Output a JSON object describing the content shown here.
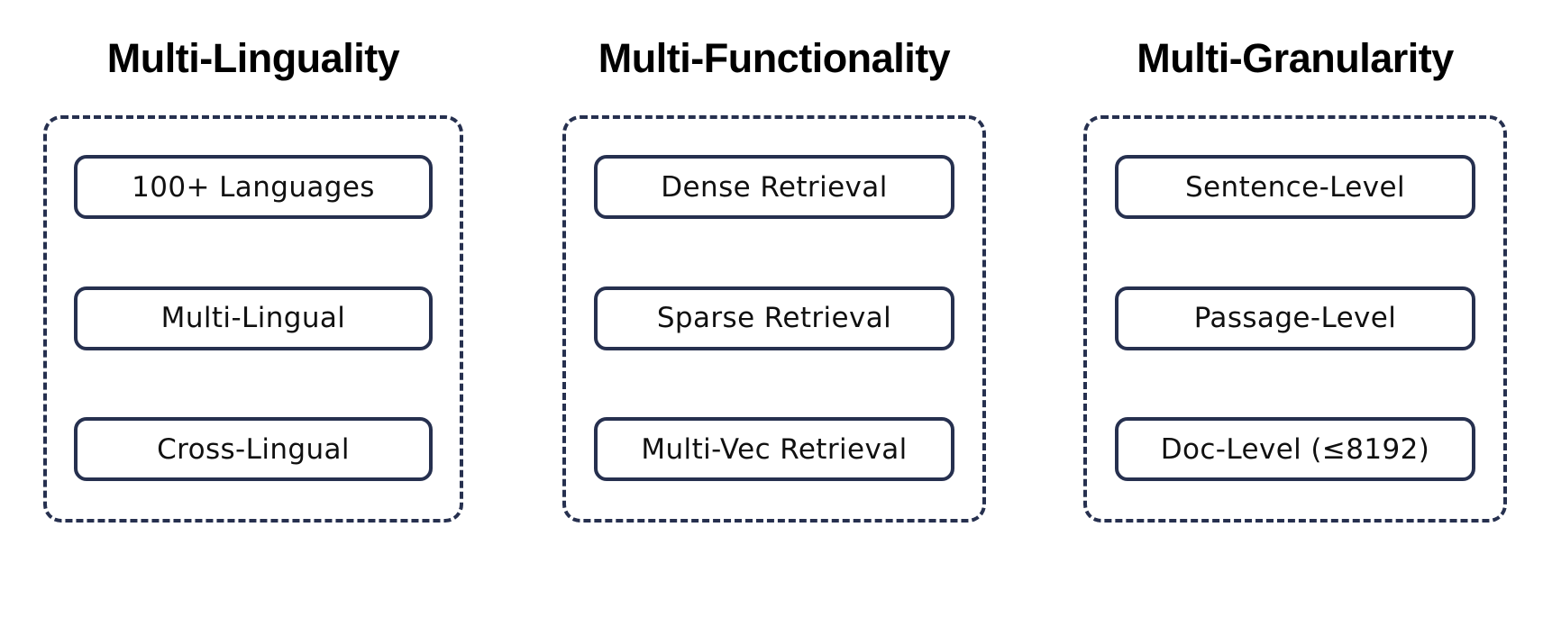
{
  "figure": {
    "background_color": "#ffffff",
    "accent_color": "#26304f",
    "text_color": "#101010",
    "title_color": "#000000"
  },
  "columns": [
    {
      "title": "Multi-Linguality",
      "items": [
        {
          "label": "100+ Languages"
        },
        {
          "label": "Multi-Lingual"
        },
        {
          "label": "Cross-Lingual"
        }
      ]
    },
    {
      "title": "Multi-Functionality",
      "items": [
        {
          "label": "Dense Retrieval"
        },
        {
          "label": "Sparse Retrieval"
        },
        {
          "label": "Multi-Vec Retrieval"
        }
      ]
    },
    {
      "title": "Multi-Granularity",
      "items": [
        {
          "label": "Sentence-Level"
        },
        {
          "label": "Passage-Level"
        },
        {
          "label": "Doc-Level (≤8192)"
        }
      ]
    }
  ]
}
